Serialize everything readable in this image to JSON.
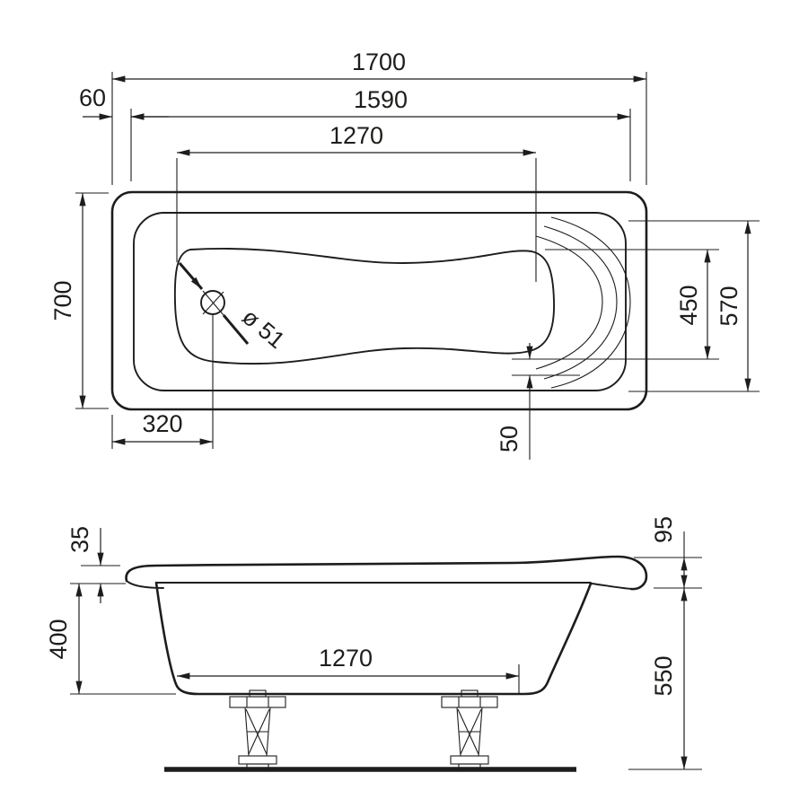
{
  "meta": {
    "title": "Bathtub technical dimension drawing",
    "bg_color": "#ffffff",
    "line_color": "#1d1d1b"
  },
  "top_view": {
    "length_total": "1700",
    "rim_left": "60",
    "length_inner": "1590",
    "basin_length": "1270",
    "width_total": "700",
    "inner_width": "570",
    "basin_width": "450",
    "seat_gap": "50",
    "drain_offset": "320",
    "drain_diameter": "ø 51"
  },
  "side_view": {
    "rim_thickness": "35",
    "depth": "400",
    "bottom_length": "1270",
    "rim_height": "95",
    "total_height": "550"
  }
}
